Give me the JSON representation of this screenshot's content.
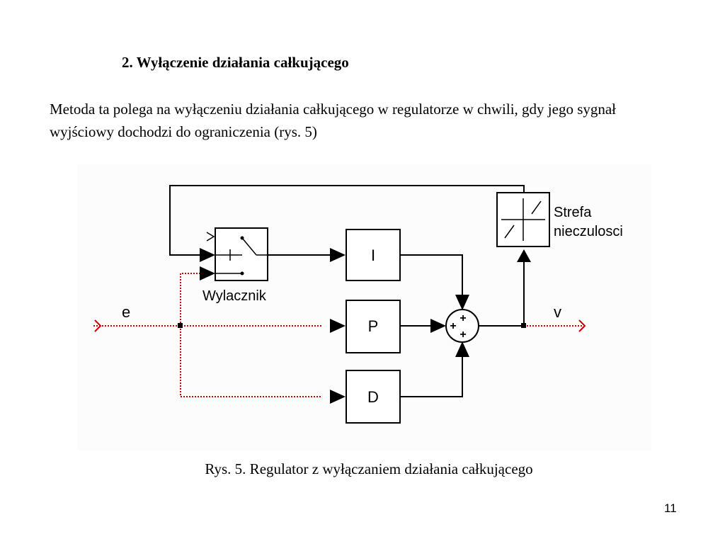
{
  "slide": {
    "heading": "2. Wyłączenie działania całkującego",
    "paragraph": "Metoda ta polega na wyłączeniu działania całkującego w regulatorze w chwili, gdy jego sygnał wyjściowy dochodzi do ograniczenia (rys. 5)",
    "caption": "Rys. 5. Regulator z wyłączaniem działania całkującego",
    "page_number": "11"
  },
  "diagram": {
    "blocks": {
      "integral": "I",
      "proportional": "P",
      "derivative": "D"
    },
    "switch_label": "Wylacznik",
    "deadzone_label_line1": "Strefa",
    "deadzone_label_line2": "nieczulosci",
    "input_signal": "e",
    "output_signal": "v",
    "sum_signs": [
      "+",
      "+",
      "+"
    ],
    "colors": {
      "signal_line": "#cc0000",
      "block_line": "#000000"
    }
  }
}
